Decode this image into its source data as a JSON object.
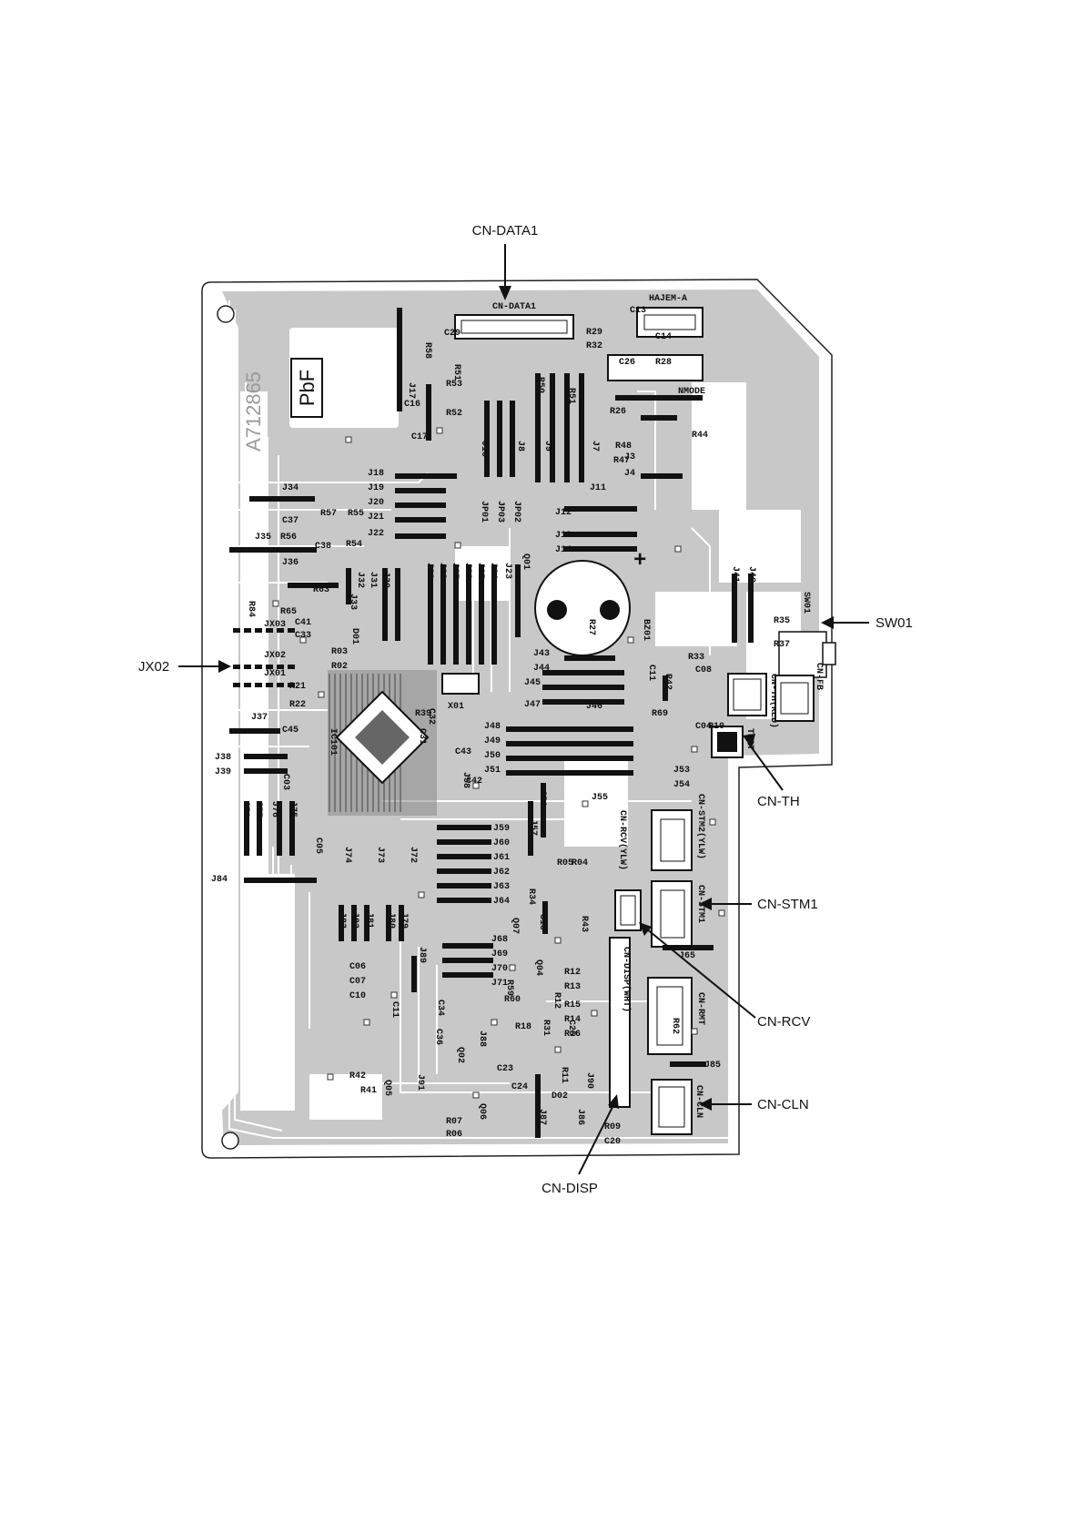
{
  "callouts": {
    "cn_data1": "CN-DATA1",
    "sw01": "SW01",
    "jx02": "JX02",
    "cn_th": "CN-TH",
    "cn_stm1": "CN-STM1",
    "cn_rcv": "CN-RCV",
    "cn_cln": "CN-CLN",
    "cn_disp": "CN-DISP"
  },
  "board": {
    "part_number": "A712865",
    "pbf_mark": "PbF",
    "conn_data1": "CN-DATA1",
    "conn_hajem": "HAJEM-A",
    "conn_th": "CN-TH(RED)",
    "conn_fb": "CN-FB",
    "conn_stm2": "CN-STM2(YLW)",
    "conn_stm1": "CN-STM1",
    "conn_rcv": "CN-RCV(YLW)",
    "conn_disp": "CN-DISP(WHT)",
    "conn_rmt": "CN-RMT",
    "conn_cln": "CN-CLN",
    "ic": "IC101",
    "buzzer": "BZ01",
    "nmode": "NMODE",
    "test": "TEST",
    "sw": "SW01",
    "plus": "+"
  },
  "refs_h": [
    "C13",
    "C14",
    "C29",
    "C26",
    "R28",
    "R53",
    "R52",
    "C16",
    "C17",
    "R26",
    "R44",
    "J18",
    "J19",
    "J20",
    "J21",
    "J22",
    "J34",
    "J35",
    "J36",
    "C37",
    "R56",
    "C38",
    "R57",
    "R55",
    "R54",
    "R63",
    "R65",
    "C41",
    "C33",
    "JX03",
    "JX02",
    "JX01",
    "R03",
    "R02",
    "R21",
    "R22",
    "J37",
    "C45",
    "J38",
    "J39",
    "J11",
    "J12",
    "J13",
    "J14",
    "J43",
    "J44",
    "J45",
    "J47",
    "J46",
    "J48",
    "J49",
    "J50",
    "J51",
    "C43",
    "C42",
    "R39",
    "X01",
    "J53",
    "J54",
    "J55",
    "J59",
    "J60",
    "J61",
    "J62",
    "J63",
    "J64",
    "R05",
    "R04",
    "J68",
    "J69",
    "J70",
    "J71",
    "C06",
    "C07",
    "C10",
    "R12",
    "R13",
    "R15",
    "R14",
    "R16",
    "R18",
    "R60",
    "C23",
    "C24",
    "D02",
    "R42",
    "R41",
    "R07",
    "R06",
    "C20",
    "R09",
    "J85",
    "J65",
    "J84",
    "R33",
    "C08",
    "R69",
    "C04",
    "R10",
    "R37",
    "R35",
    "R29",
    "R32",
    "J3",
    "J4",
    "R48",
    "R47"
  ],
  "refs_v": [
    "J17",
    "R58",
    "R51",
    "R50",
    "R51",
    "J7",
    "J9",
    "J8",
    "J10",
    "JP01",
    "JP03",
    "JP02",
    "J29",
    "J28",
    "J27",
    "J26",
    "J25",
    "J24",
    "J23",
    "Q01",
    "J32",
    "J31",
    "J30",
    "J33",
    "D01",
    "R84",
    "R27",
    "J41",
    "J40",
    "C11",
    "R42",
    "C05",
    "C03",
    "J74",
    "J73",
    "J72",
    "J78",
    "J77",
    "J76",
    "J75",
    "J83",
    "J82",
    "J81",
    "J80",
    "J79",
    "J89",
    "C11",
    "J88",
    "C34",
    "C36",
    "Q02",
    "J91",
    "Q05",
    "Q06",
    "J86",
    "J87",
    "R34",
    "Q07",
    "C15",
    "J57",
    "J58",
    "J56",
    "R43",
    "Q04",
    "R59",
    "R31",
    "J90",
    "R11",
    "R12",
    "R62",
    "C25",
    "C31",
    "C32"
  ]
}
